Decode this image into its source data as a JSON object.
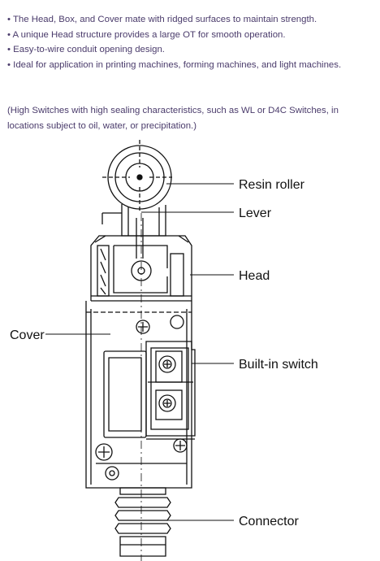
{
  "description": {
    "bullets": [
      "• The Head, Box, and Cover mate with ridged surfaces to maintain strength.",
      "• A unique Head structure provides a large OT for smooth operation.",
      "• Easy-to-wire conduit opening design.",
      "• Ideal for application in printing machines, forming machines, and light machines."
    ],
    "note": "(High Switches with high sealing characteristics, such as WL or D4C Switches, in locations subject to oil, water, or precipitation.)"
  },
  "diagram": {
    "labels": {
      "resin_roller": "Resin roller",
      "lever": "Lever",
      "head": "Head",
      "cover": "Cover",
      "built_in_switch": "Built-in switch",
      "connector": "Connector"
    }
  },
  "colors": {
    "text": "#4a3b6b",
    "line": "#111111"
  }
}
